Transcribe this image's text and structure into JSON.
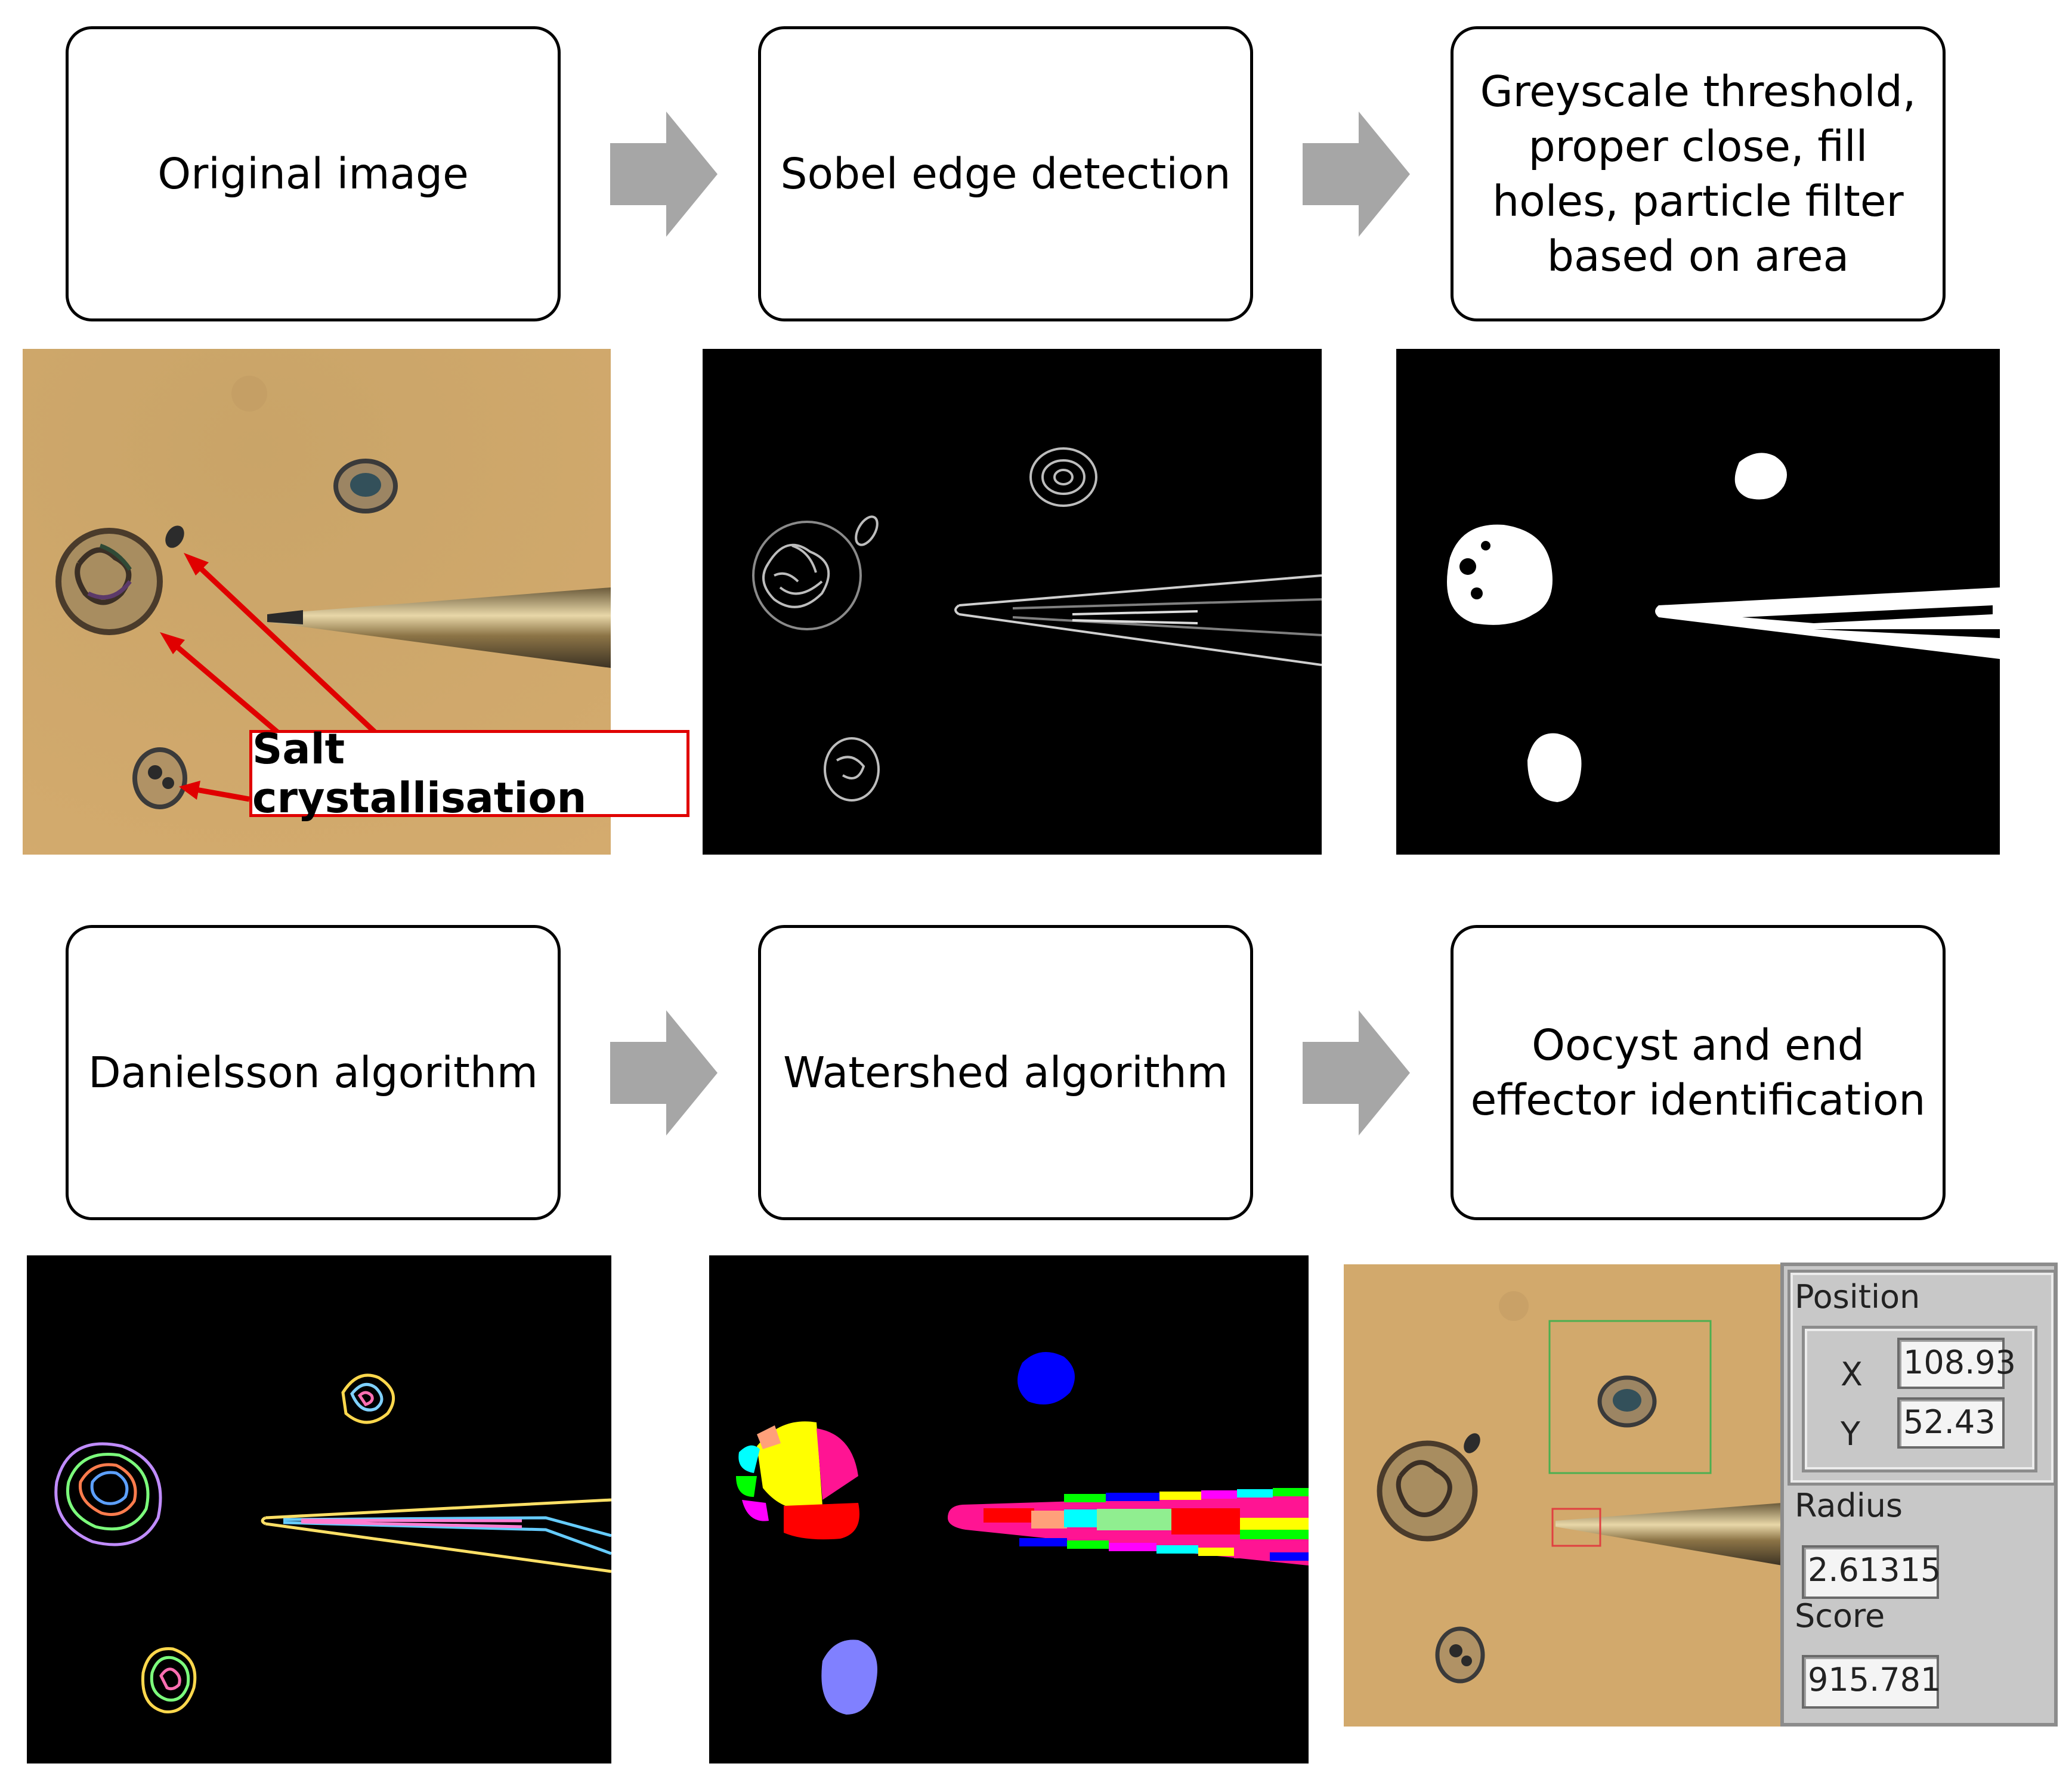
{
  "steps": {
    "original": "Original image",
    "sobel": "Sobel edge detection",
    "threshold": "Greyscale threshold,\nproper close, fill\nholes, particle filter\nbased on area",
    "danielsson": "Danielsson algorithm",
    "watershed": "Watershed algorithm",
    "identification": "Oocyst and end\neffector identification"
  },
  "annotation": {
    "label": "Salt crystallisation",
    "color": "#e00000"
  },
  "result_panel": {
    "position_label": "Position",
    "x_label": "X",
    "x_value": "108.93",
    "y_label": "Y",
    "y_value": "52.43",
    "radius_label": "Radius",
    "radius_value": "2.61315",
    "score_label": "Score",
    "score_value": "915.781"
  },
  "colors": {
    "arrow": "#a6a6a6",
    "microscope_background": "#d1a86a",
    "watershed_regions": [
      "#ffff00",
      "#ff1493",
      "#ff0000",
      "#0000ff",
      "#8080ff",
      "#00ff00",
      "#00ffff",
      "#ff00ff",
      "#90ee90",
      "#ffa07a"
    ]
  }
}
